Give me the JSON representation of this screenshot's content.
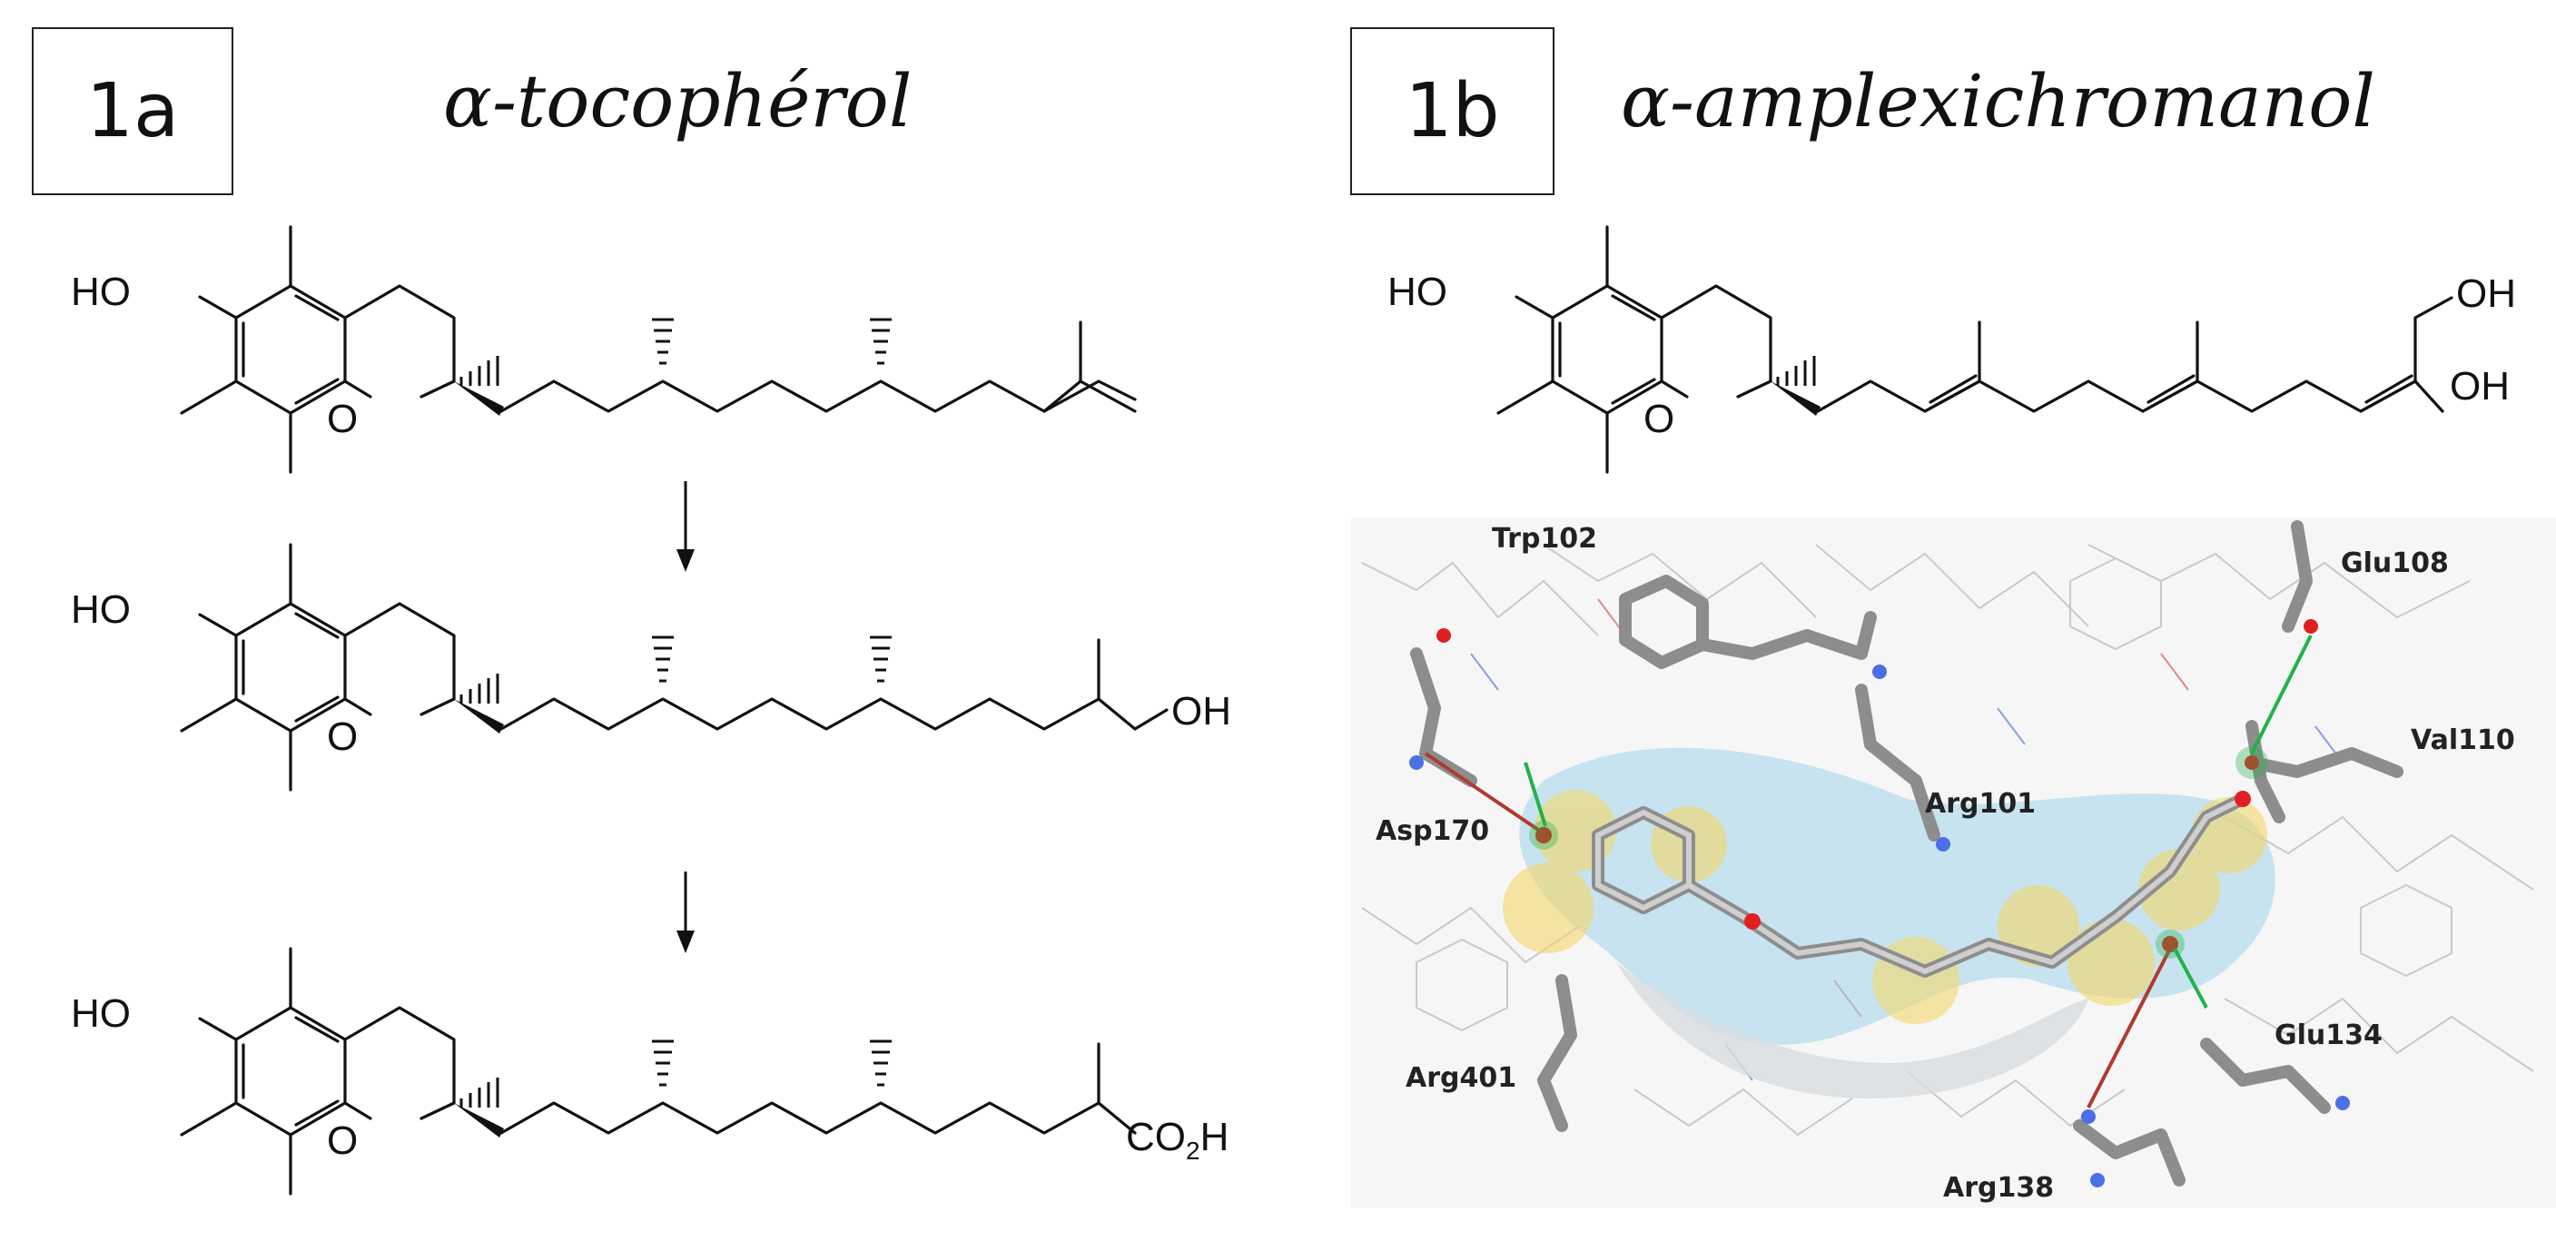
{
  "panels": [
    {
      "id": "1a",
      "title": "α-tocophérol"
    },
    {
      "id": "1b",
      "title": "α-amplexichromanol"
    }
  ],
  "atoms": {
    "ho": "HO",
    "o": "O",
    "oh": "OH",
    "co2h_main": "CO",
    "co2h_sub": "2",
    "co2h_tail": "H"
  },
  "residues": [
    "Trp102",
    "Glu108",
    "Val110",
    "Asp170",
    "Arg101",
    "Glu134",
    "Arg401",
    "Arg138"
  ],
  "colors": {
    "ink": "#111111",
    "surface_blue": "#9fd3ea",
    "surface_yellow": "#f3d76a",
    "hbond_green": "#21b24a",
    "hbond_red": "#b03a2e",
    "stick_grey": "#8d8d8d"
  }
}
